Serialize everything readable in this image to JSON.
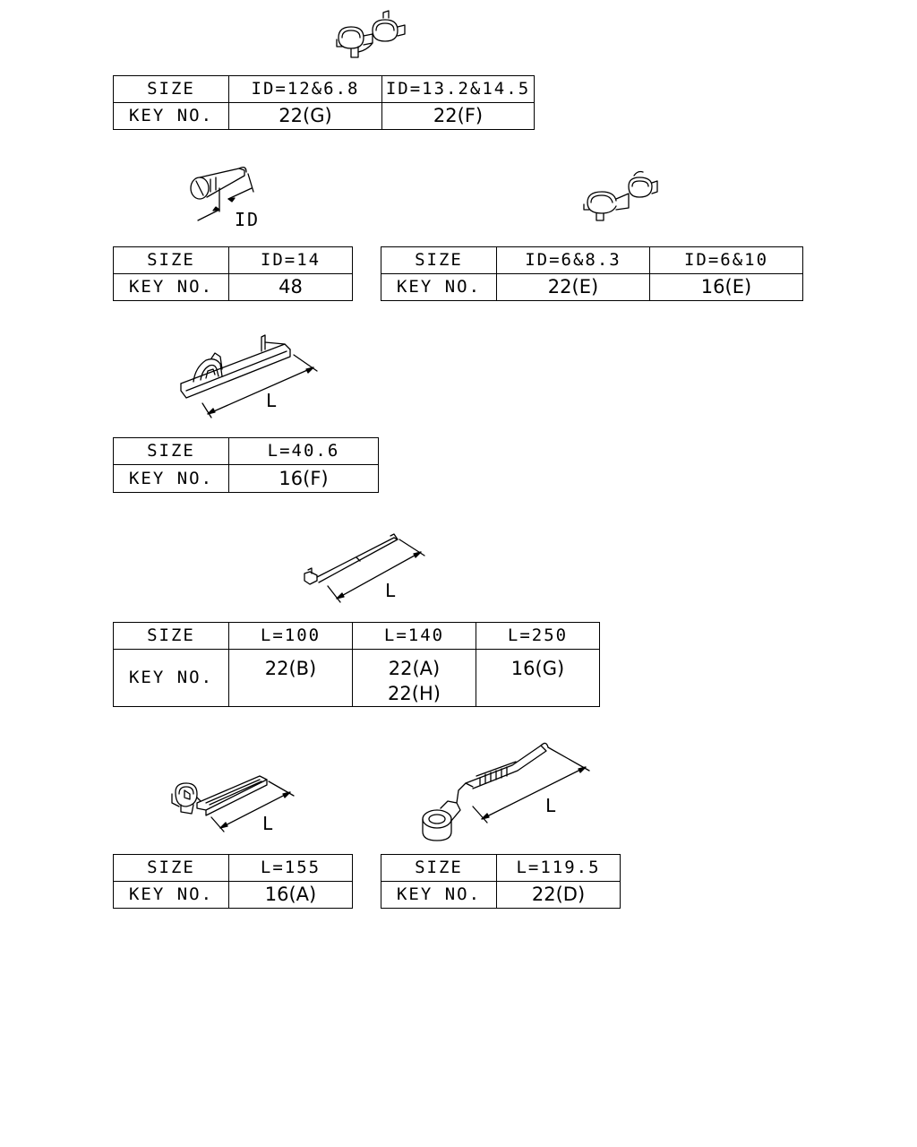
{
  "parts": [
    {
      "id": "twin-clip-top",
      "dim_label": "",
      "table": {
        "header_label": "SIZE",
        "key_label": "KEY NO.",
        "sizes": [
          "ID=12&6.8",
          "ID=13.2&14.5"
        ],
        "keys": [
          [
            "22(G)"
          ],
          [
            "22(F)"
          ]
        ]
      }
    },
    {
      "id": "round-clip",
      "dim_label": "ID",
      "table": {
        "header_label": "SIZE",
        "key_label": "KEY NO.",
        "sizes": [
          "ID=14"
        ],
        "keys": [
          [
            "48"
          ]
        ]
      }
    },
    {
      "id": "twin-clip-right",
      "dim_label": "",
      "table": {
        "header_label": "SIZE",
        "key_label": "KEY NO.",
        "sizes": [
          "ID=6&8.3",
          "ID=6&10"
        ],
        "keys": [
          [
            "22(E)"
          ],
          [
            "16(E)"
          ]
        ]
      }
    },
    {
      "id": "edge-clip",
      "dim_label": "L",
      "table": {
        "header_label": "SIZE",
        "key_label": "KEY NO.",
        "sizes": [
          "L=40.6"
        ],
        "keys": [
          [
            "16(F)"
          ]
        ]
      }
    },
    {
      "id": "cable-tie",
      "dim_label": "L",
      "table": {
        "header_label": "SIZE",
        "key_label": "KEY NO.",
        "sizes": [
          "L=100",
          "L=140",
          "L=250"
        ],
        "keys": [
          [
            "22(B)"
          ],
          [
            "22(A)",
            "22(H)"
          ],
          [
            "16(G)"
          ]
        ]
      }
    },
    {
      "id": "tie-with-clip",
      "dim_label": "L",
      "table": {
        "header_label": "SIZE",
        "key_label": "KEY NO.",
        "sizes": [
          "L=155"
        ],
        "keys": [
          [
            "16(A)"
          ]
        ]
      }
    },
    {
      "id": "tie-with-ring",
      "dim_label": "L",
      "table": {
        "header_label": "SIZE",
        "key_label": "KEY NO.",
        "sizes": [
          "L=119.5"
        ],
        "keys": [
          [
            "22(D)"
          ]
        ]
      }
    }
  ]
}
